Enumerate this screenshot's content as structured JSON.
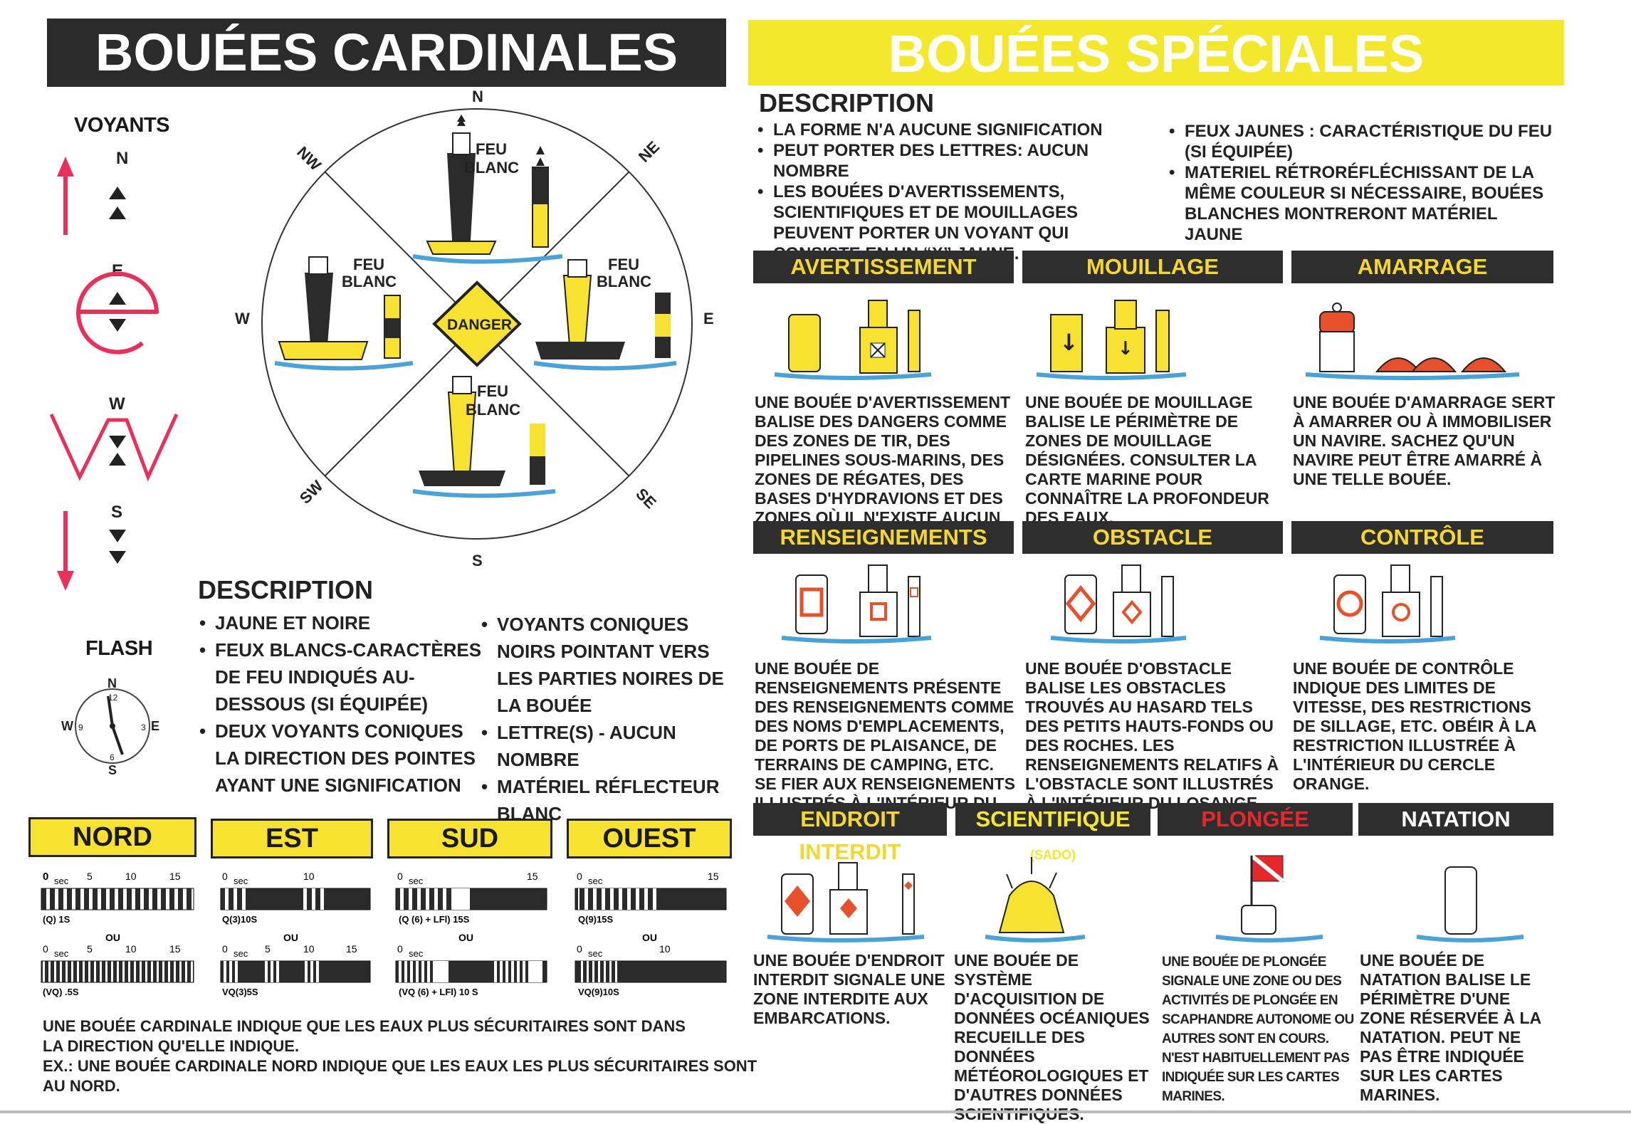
{
  "left": {
    "banner": "BOUÉES CARDINALES",
    "voyants_label": "VOYANTS",
    "voyants": [
      {
        "dir": "N"
      },
      {
        "dir": "E"
      },
      {
        "dir": "W"
      },
      {
        "dir": "S"
      }
    ],
    "flash_label": "FLASH",
    "clock": {
      "n": "N",
      "e": "E",
      "s": "S",
      "w": "W",
      "n12": "12",
      "e3": "3",
      "s6": "6",
      "w9": "9"
    },
    "compass": {
      "n": "N",
      "ne": "NE",
      "e": "E",
      "se": "SE",
      "s": "S",
      "sw": "SW",
      "w": "W",
      "nw": "NW",
      "feu_lines": [
        "FEU",
        "BLANC"
      ],
      "danger": "DANGER"
    },
    "description_title": "DESCRIPTION",
    "description_col1": [
      "JAUNE ET NOIRE",
      "FEUX BLANCS-CARACTÈRES DE FEU INDIQUÉS AU-DESSOUS (SI ÉQUIPÉE)",
      "DEUX VOYANTS CONIQUES LA DIRECTION DES POINTES AYANT UNE SIGNIFICATION"
    ],
    "description_col2": [
      "VOYANTS CONIQUES NOIRS POINTANT VERS LES PARTIES NOIRES DE LA BOUÉE",
      "LETTRE(S) - AUCUN NOMBRE",
      "MATÉRIEL RÉFLECTEUR BLANC"
    ],
    "cardinals": [
      {
        "name": "NORD",
        "ticks": [
          "0",
          "sec",
          "5",
          "10",
          "15"
        ],
        "code1": "(Q) 1S",
        "code2": "(VQ) .5S"
      },
      {
        "name": "EST",
        "ticks": [
          "0",
          "sec",
          "10"
        ],
        "code1": "Q(3)10S",
        "code2": "VQ(3)5S",
        "ticks2": [
          "0",
          "sec",
          "5",
          "10",
          "15"
        ]
      },
      {
        "name": "SUD",
        "ticks": [
          "0",
          "sec",
          "15"
        ],
        "code1": "(Q (6) + LFl) 15S",
        "code2": "(VQ (6) + LFl) 10 S"
      },
      {
        "name": "OUEST",
        "ticks": [
          "0",
          "sec",
          "15"
        ],
        "code1": "Q(9)15S",
        "code2": "VQ(9)10S",
        "ticks2": [
          "0",
          "sec",
          "10"
        ]
      }
    ],
    "ou": "OU",
    "footer_1": "UNE BOUÉE CARDINALE INDIQUE QUE LES EAUX PLUS SÉCURITAIRES SONT DANS LA DIRECTION QU'ELLE INDIQUE.",
    "footer_2": "EX.: UNE BOUÉE CARDINALE NORD INDIQUE QUE LES EAUX LES PLUS SÉCURITAIRES SONT AU NORD."
  },
  "right": {
    "banner": "BOUÉES SPÉCIALES",
    "description_title": "DESCRIPTION",
    "description_col1": [
      "LA FORME N'A AUCUNE SIGNIFICATION",
      "PEUT PORTER DES LETTRES: AUCUN NOMBRE",
      "LES BOUÉES D'AVERTISSEMENTS, SCIENTIFIQUES ET DE MOUILLAGES PEUVENT PORTER UN VOYANT QUI CONSISTE EN UN “X” JAUNE."
    ],
    "description_col2": [
      "FEUX JAUNES : CARACTÉRISTIQUE DU FEU (SI ÉQUIPÉE)",
      "MATERIEL RÉTRORÉFLÉCHISSANT DE LA MÊME COULEUR SI NÉCESSAIRE, BOUÉES BLANCHES MONTRERONT MATÉRIEL JAUNE"
    ],
    "sections": [
      {
        "title": "AVERTISSEMENT",
        "text": "UNE BOUÉE D'AVERTISSEMENT BALISE DES DANGERS COMME DES ZONES DE TIR, DES PIPELINES SOUS-MARINS, DES ZONES DE RÉGATES, DES BASES D'HYDRAVIONS ET DES ZONES OÙ IL N'EXISTE AUCUN CHENAL."
      },
      {
        "title": "MOUILLAGE",
        "text": "UNE BOUÉE DE MOUILLAGE BALISE LE PÉRIMÈTRE DE ZONES DE MOUILLAGE DÉSIGNÉES. CONSULTER LA CARTE MARINE POUR CONNAÎTRE LA PROFONDEUR DES EAUX."
      },
      {
        "title": "AMARRAGE",
        "text": "UNE BOUÉE D'AMARRAGE SERT À AMARRER OU À IMMOBILISER UN NAVIRE. SACHEZ QU'UN NAVIRE PEUT ÊTRE AMARRÉ À UNE TELLE BOUÉE."
      },
      {
        "title": "RENSEIGNEMENTS",
        "text": "UNE BOUÉE DE RENSEIGNEMENTS PRÉSENTE DES RENSEIGNEMENTS COMME DES NOMS D'EMPLACEMENTS, DE PORTS DE PLAISANCE, DE TERRAINS DE CAMPING, ETC. SE FIER AUX RENSEIGNEMENTS ILLUSTRÉS À L'INTÉRIEUR DU CARRÉ ORANGE."
      },
      {
        "title": "OBSTACLE",
        "text": "UNE BOUÉE D'OBSTACLE BALISE LES OBSTACLES TROUVÉS AU HASARD TELS DES PETITS HAUTS-FONDS OU DES ROCHES. LES RENSEIGNEMENTS RELATIFS À L'OBSTACLE SONT ILLUSTRÉS À L'INTÉRIEUR DU LOSANGE ORANGE."
      },
      {
        "title": "CONTRÔLE",
        "text": "UNE BOUÉE DE CONTRÔLE INDIQUE DES LIMITES DE VITESSE, DES RESTRICTIONS DE SILLAGE, ETC. OBÉIR À LA RESTRICTION ILLUSTRÉE À L'INTÉRIEUR DU CERCLE ORANGE."
      },
      {
        "title": "ENDROIT INTERDIT",
        "text": "UNE BOUÉE D'ENDROIT INTERDIT SIGNALE UNE ZONE INTERDITE AUX EMBARCATIONS."
      },
      {
        "title": "SCIENTIFIQUE",
        "title_small": "(SADO)",
        "text": "UNE BOUÉE DE SYSTÈME D'ACQUISITION DE DONNÉES OCÉANIQUES RECUEILLE DES DONNÉES MÉTÉOROLOGIQUES ET D'AUTRES DONNÉES SCIENTIFIQUES."
      },
      {
        "title": "PLONGÉE",
        "text": "UNE BOUÉE DE PLONGÉE SIGNALE UNE ZONE OU DES ACTIVITÉS DE PLONGÉE EN SCAPHANDRE AUTONOME OU AUTRES SONT EN COURS. N'EST HABITUELLEMENT PAS INDIQUÉE SUR LES CARTES MARINES."
      },
      {
        "title": "NATATION",
        "text": "UNE BOUÉE DE NATATION BALISE LE PÉRIMÈTRE D'UNE ZONE RÉSERVÉE À LA NATATION. PEUT NE PAS ÊTRE INDIQUÉE SUR LES CARTES MARINES."
      }
    ]
  }
}
